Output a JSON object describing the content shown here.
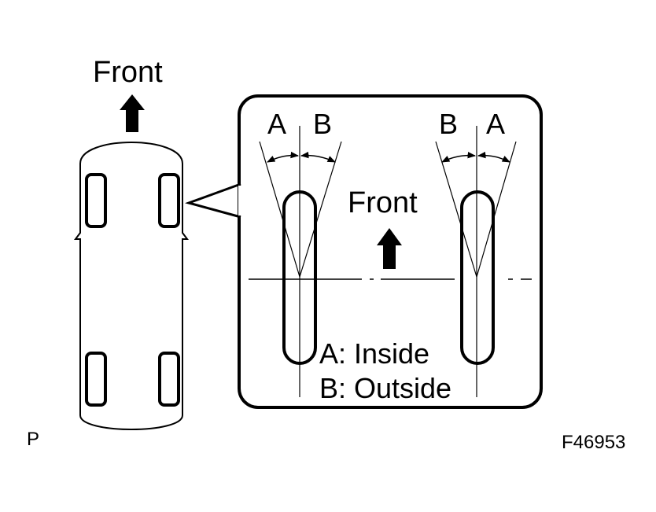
{
  "vehicle": {
    "front_label": "Front"
  },
  "detail": {
    "front_label": "Front",
    "left_wheel": {
      "left_label": "A",
      "right_label": "B"
    },
    "right_wheel": {
      "left_label": "B",
      "right_label": "A"
    },
    "legend": {
      "a": "A: Inside",
      "b": "B: Outside"
    }
  },
  "figure": {
    "view_letter": "P",
    "code": "F46953"
  },
  "colors": {
    "ink": "#000000",
    "background": "#ffffff"
  }
}
